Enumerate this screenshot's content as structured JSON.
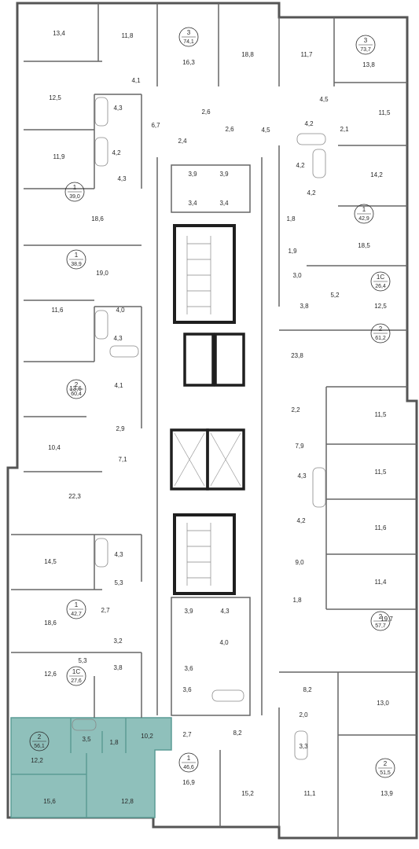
{
  "colors": {
    "wall": "#555555",
    "wall_heavy": "#1f1f1f",
    "highlight_fill": "#8fc0bb",
    "highlight_stroke": "#5c9c95",
    "corridor": "#ffffff",
    "background": "#ffffff"
  },
  "highlighted_apartment": {
    "rooms": "2",
    "area": "56,1",
    "room_areas": [
      "12,2",
      "3,5",
      "1,8",
      "10,2",
      "15,6",
      "12,8"
    ]
  },
  "apartment_badges": [
    {
      "rooms": "3",
      "area": "74,1"
    },
    {
      "rooms": "3",
      "area": "73,7"
    },
    {
      "rooms": "1",
      "area": "39,0"
    },
    {
      "rooms": "1",
      "area": "42,9"
    },
    {
      "rooms": "1",
      "area": "38,9"
    },
    {
      "rooms": "1С",
      "area": "26,4"
    },
    {
      "rooms": "2",
      "area": "61,2"
    },
    {
      "rooms": "2",
      "area": "60,4"
    },
    {
      "rooms": "1",
      "area": "42,7"
    },
    {
      "rooms": "2",
      "area": "57,7"
    },
    {
      "rooms": "1С",
      "area": "27,6"
    },
    {
      "rooms": "2",
      "area": "56,1"
    },
    {
      "rooms": "1",
      "area": "46,6"
    },
    {
      "rooms": "2",
      "area": "51,5"
    }
  ],
  "room_labels": [
    "13,4",
    "11,8",
    "16,3",
    "18,8",
    "11,7",
    "13,8",
    "4,1",
    "12,5",
    "4,3",
    "6,7",
    "2,6",
    "2,6",
    "4,5",
    "4,5",
    "4,2",
    "2,1",
    "11,5",
    "11,9",
    "4,2",
    "2,4",
    "4,3",
    "3,9",
    "3,9",
    "4,2",
    "14,2",
    "18,6",
    "3,4",
    "3,4",
    "4,2",
    "1,8",
    "18,5",
    "19,0",
    "1,9",
    "3,0",
    "5,2",
    "12,5",
    "4,0",
    "3,8",
    "11,6",
    "4,3",
    "23,8",
    "13,6",
    "4,1",
    "2,2",
    "11,5",
    "2,9",
    "10,4",
    "7,1",
    "7,9",
    "11,5",
    "22,3",
    "4,3",
    "4,2",
    "11,6",
    "14,5",
    "4,3",
    "9,0",
    "5,3",
    "11,4",
    "18,6",
    "1,8",
    "2,7",
    "3,9",
    "4,3",
    "19,7",
    "4,0",
    "3,2",
    "8,2",
    "5,3",
    "3,8",
    "3,6",
    "2,0",
    "12,6",
    "13,0",
    "3,6",
    "3,3",
    "2,7",
    "8,2",
    "16,9",
    "15,2",
    "11,1",
    "13,9"
  ]
}
